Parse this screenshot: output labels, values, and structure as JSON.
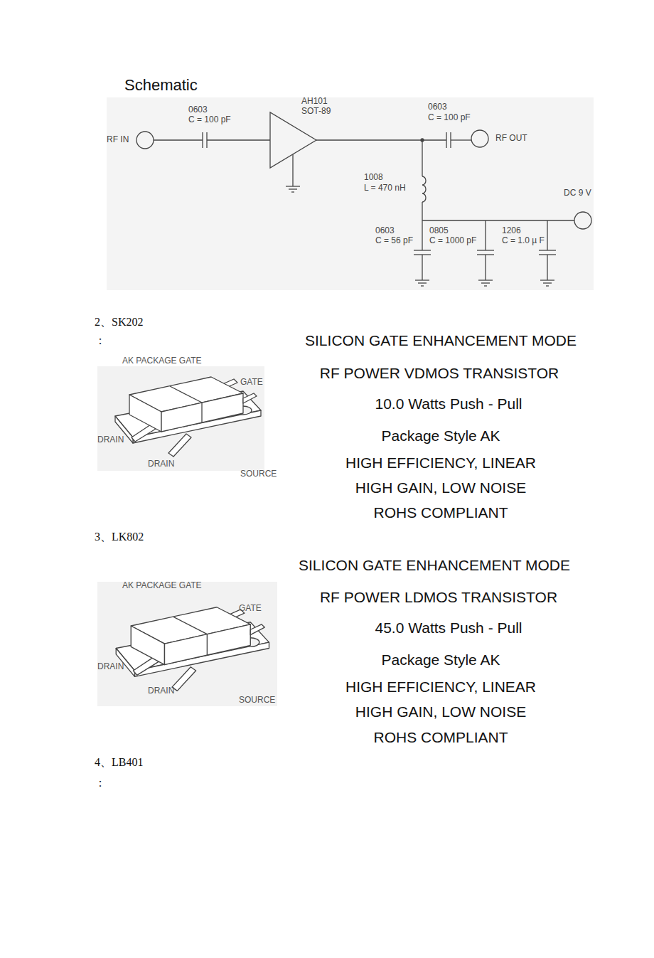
{
  "diagram": {
    "title": "Schematic",
    "labels": [
      "0603",
      "C = 100 pF",
      "AH101",
      "SOT-89",
      "0603",
      "C = 100 pF",
      "RF IN",
      "RF OUT",
      "1008",
      "L = 470 nH",
      "DC 9 V",
      "0603",
      "C = 56 pF",
      "0805",
      "C = 1000 pF",
      "1206",
      "C = 1.0 µ F",
      "2、SK202",
      "：",
      "AK PACKAGE GATE",
      "GATE",
      "DRAIN",
      "DRAIN",
      "SOURCE",
      "SILICON GATE ENHANCEMENT MODE",
      "RF POWER VDMOS TRANSISTOR",
      "10.0 Watts Push - Pull",
      "Package Style AK",
      "HIGH EFFICIENCY, LINEAR",
      "HIGH GAIN, LOW NOISE",
      "ROHS COMPLIANT",
      "3、LK802",
      "SILICON GATE ENHANCEMENT MODE",
      "AK PACKAGE GATE",
      "GATE",
      "DRAIN",
      "DRAIN",
      "SOURCE",
      "RF POWER LDMOS TRANSISTOR",
      "45.0 Watts Push - Pull",
      "Package Style AK",
      "HIGH EFFICIENCY, LINEAR",
      "HIGH GAIN, LOW NOISE",
      "ROHS COMPLIANT",
      "4、LB401",
      "："
    ]
  }
}
